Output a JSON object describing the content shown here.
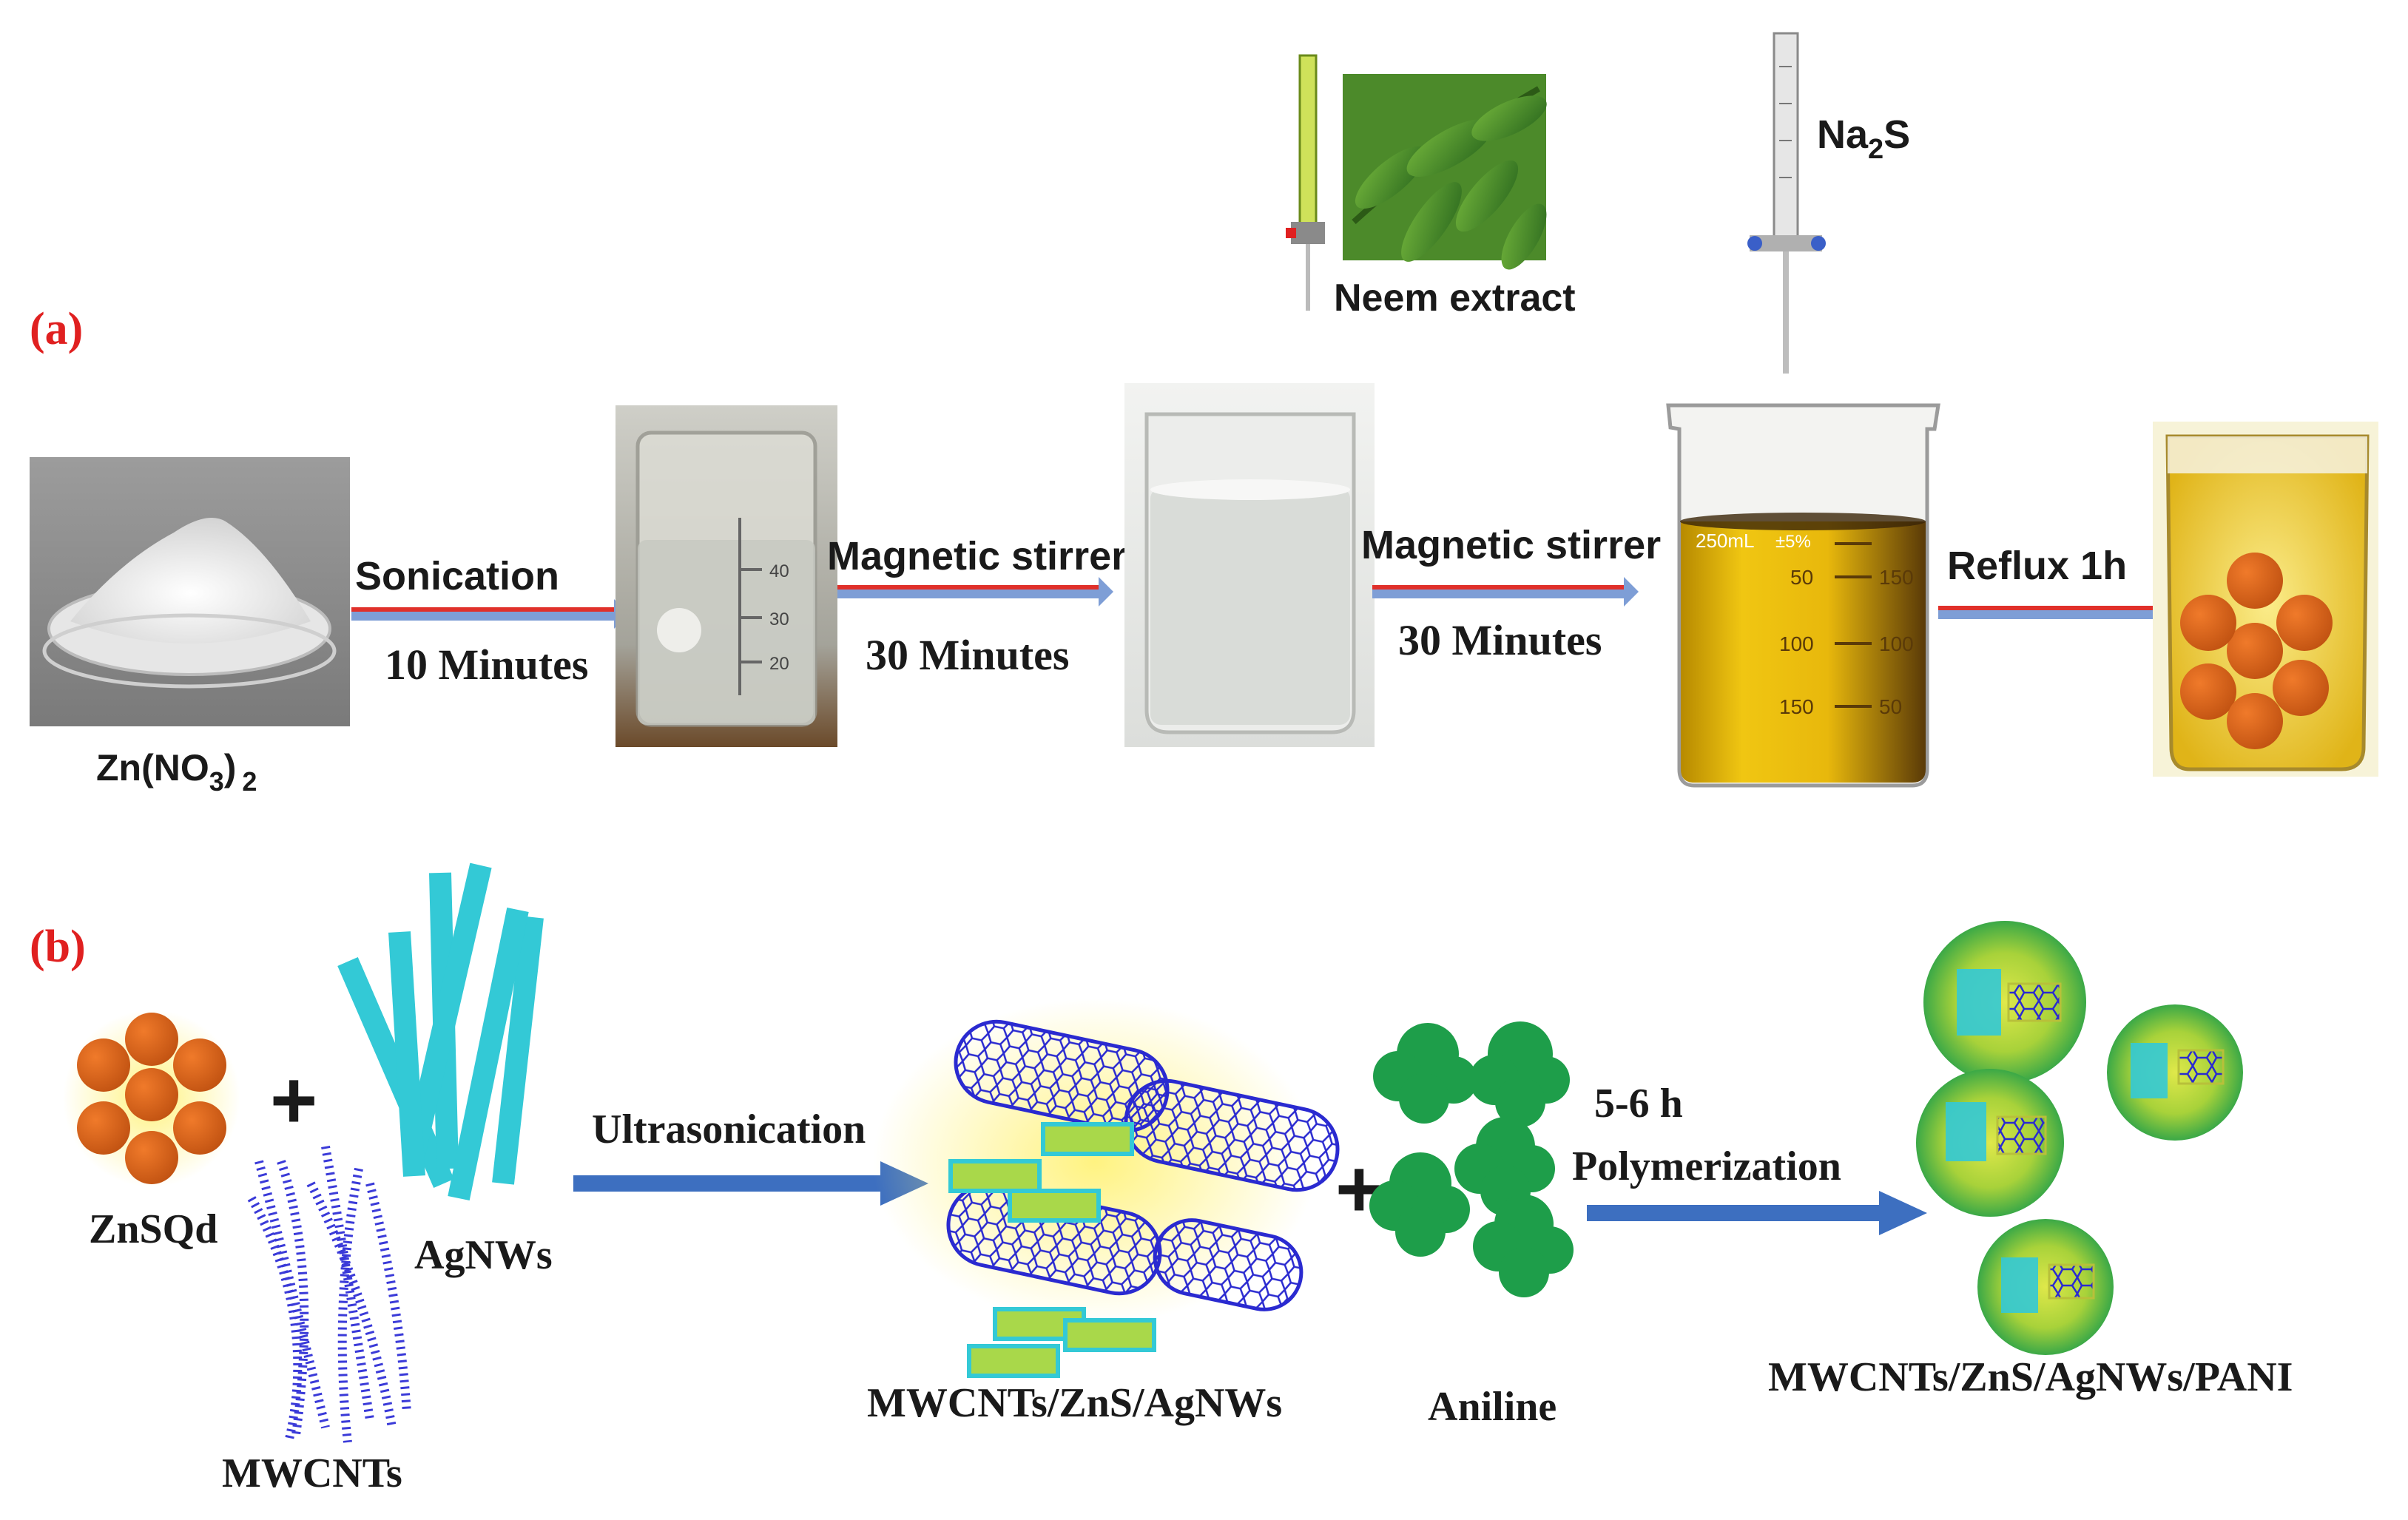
{
  "panel_a": {
    "label": "(a)",
    "zinc_nitrate": {
      "label_main": "Zn(NO",
      "label_sub": "3",
      "label_close": ")",
      "label_sub2": "2"
    },
    "step1": {
      "top": "Sonication",
      "bottom": "10 Minutes"
    },
    "step2": {
      "top": "Magnetic stirrer",
      "bottom": "30 Minutes"
    },
    "neem": {
      "label": "Neem extract"
    },
    "step3": {
      "top": "Magnetic stirrer",
      "bottom": "30 Minutes"
    },
    "sodium_sulfide": {
      "label_main": "Na",
      "label_sub": "2",
      "label_end": "S"
    },
    "beaker_marks": {
      "top_volume": "250mL",
      "pct": "±5%",
      "left": [
        "50",
        "100",
        "150"
      ],
      "right": [
        "150",
        "100",
        "50"
      ]
    },
    "small_beaker_marks": [
      "40",
      "30",
      "20"
    ],
    "step4": {
      "top": "Reflux 1h"
    }
  },
  "panel_b": {
    "label": "(b)",
    "znsqd": "ZnSQd",
    "plus1": "+",
    "agnws": "AgNWs",
    "mwcnts": "MWCNTs",
    "ultrasonication": "Ultrasonication",
    "composite1": "MWCNTs/ZnS/AgNWs",
    "plus2": "+",
    "aniline": "Aniline",
    "polymer_time": "5-6 h",
    "polymer_label": "Polymerization",
    "final": "MWCNTs/ZnS/AgNWs/PANI"
  },
  "colors": {
    "panel_label": "#e02020",
    "arrow_red": "#e0302a",
    "arrow_blue": "#3d6fc0",
    "nanowire": "#33c9d6",
    "nanotube": "#2a2ad0",
    "aniline_green": "#1e9e4a",
    "quantum_dot": "#d2691e",
    "oil_yellow": "#e6b400"
  }
}
